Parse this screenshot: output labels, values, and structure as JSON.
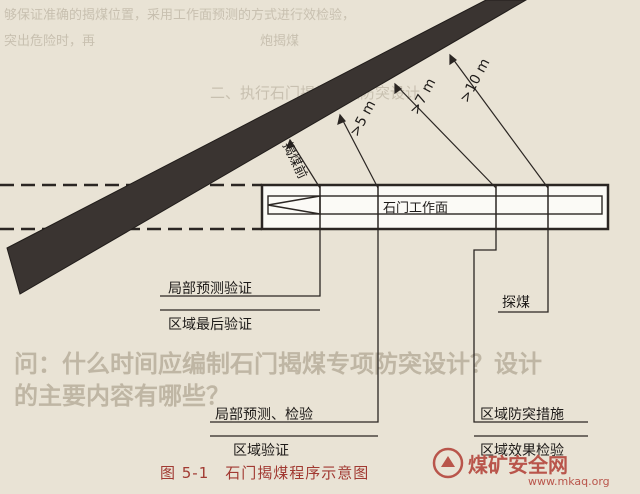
{
  "background_text": {
    "line1": "够保证准确的揭煤位置，采用工作面预测的方式进行效检验，",
    "line2": "突出危险时，再",
    "line3": "炮揭煤",
    "section": "二、执行石门揭煤专项防突设计",
    "heading": "问：什么时间应编制石门揭煤专项防突设计？设计",
    "heading2": "的主要内容有哪些？"
  },
  "diagram": {
    "face_label": "石门工作面",
    "distances": [
      "揭煤前",
      ">5 m",
      ">7 m",
      ">10 m"
    ],
    "labels": {
      "local_predict_verify": "局部预测验证",
      "area_final_verify": "区域最后验证",
      "local_predict_test": "局部预测、检验",
      "area_verify": "区域验证",
      "explore_coal": "探煤",
      "area_measures": "区域防突措施",
      "area_effect": "区域效果检验"
    }
  },
  "caption": "图 5-1　石门揭煤程序示意图",
  "watermark": {
    "brand": "煤矿安全网",
    "url": "www.mkaq.org"
  },
  "colors": {
    "paper": "#e9e3d5",
    "seam": "#3a3431",
    "caption": "#a13a32",
    "watermark": "#b9554b"
  }
}
